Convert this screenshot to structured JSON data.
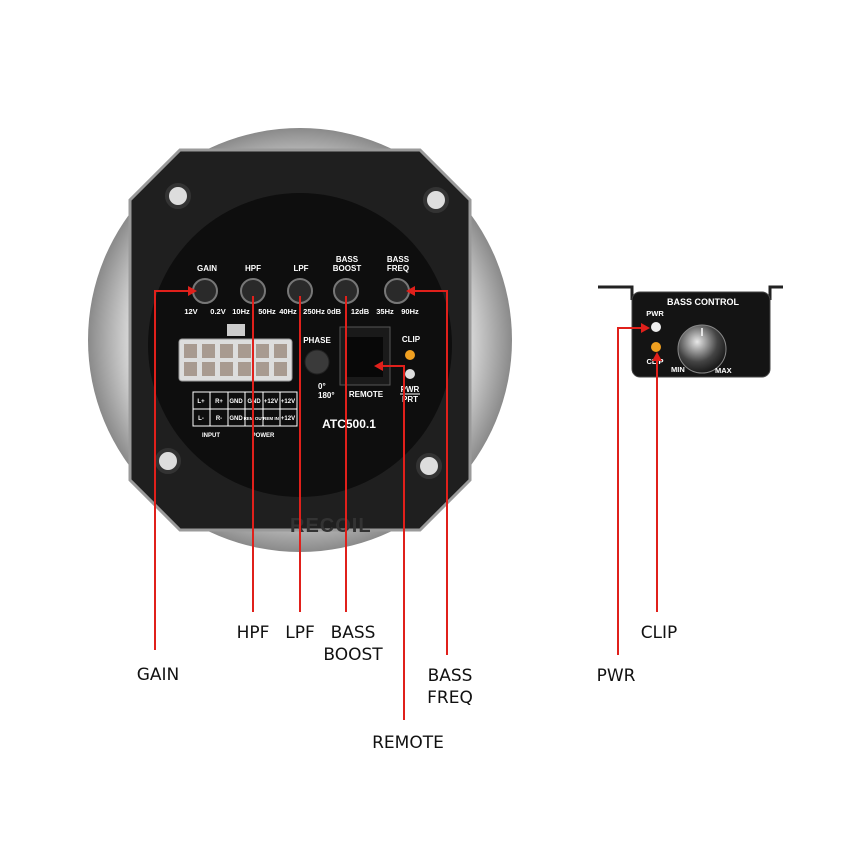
{
  "amplifier": {
    "model": "ATC500.1",
    "brand": "RECOIL",
    "knobs": [
      {
        "label": "GAIN",
        "min": "12V",
        "max": "0.2V"
      },
      {
        "label": "HPF",
        "min": "10Hz",
        "max": "50Hz"
      },
      {
        "label": "LPF",
        "min": "40Hz",
        "max": "250Hz"
      },
      {
        "label_line1": "BASS",
        "label_line2": "BOOST",
        "min": "0dB",
        "max": "12dB"
      },
      {
        "label_line1": "BASS",
        "label_line2": "FREQ",
        "min": "35Hz",
        "max": "90Hz"
      }
    ],
    "phase": {
      "label": "PHASE",
      "opt1": "0°",
      "opt2": "180°"
    },
    "remote_label": "REMOTE",
    "clip_label": "CLIP",
    "pwr_label": "PWR",
    "prt_label": "PRT",
    "terminal_table": {
      "row1": [
        "L+",
        "R+",
        "GND",
        "GND",
        "+12V",
        "+12V"
      ],
      "row2": [
        "L-",
        "R-",
        "GND",
        "REM OUT",
        "REM IN",
        "+12V"
      ],
      "group_input": "INPUT",
      "group_power": "POWER"
    }
  },
  "remote_controller": {
    "title": "BASS CONTROL",
    "pwr": "PWR",
    "clip": "CLIP",
    "min": "MIN",
    "max": "MAX"
  },
  "callouts": {
    "gain": "GAIN",
    "hpf": "HPF",
    "lpf": "LPF",
    "bass_boost_1": "BASS",
    "bass_boost_2": "BOOST",
    "bass_freq_1": "BASS",
    "bass_freq_2": "FREQ",
    "remote": "REMOTE",
    "pwr": "PWR",
    "clip": "CLIP"
  },
  "colors": {
    "callout_line": "#e0201b",
    "panel": "#141414",
    "clip_led": "#f0a020"
  }
}
